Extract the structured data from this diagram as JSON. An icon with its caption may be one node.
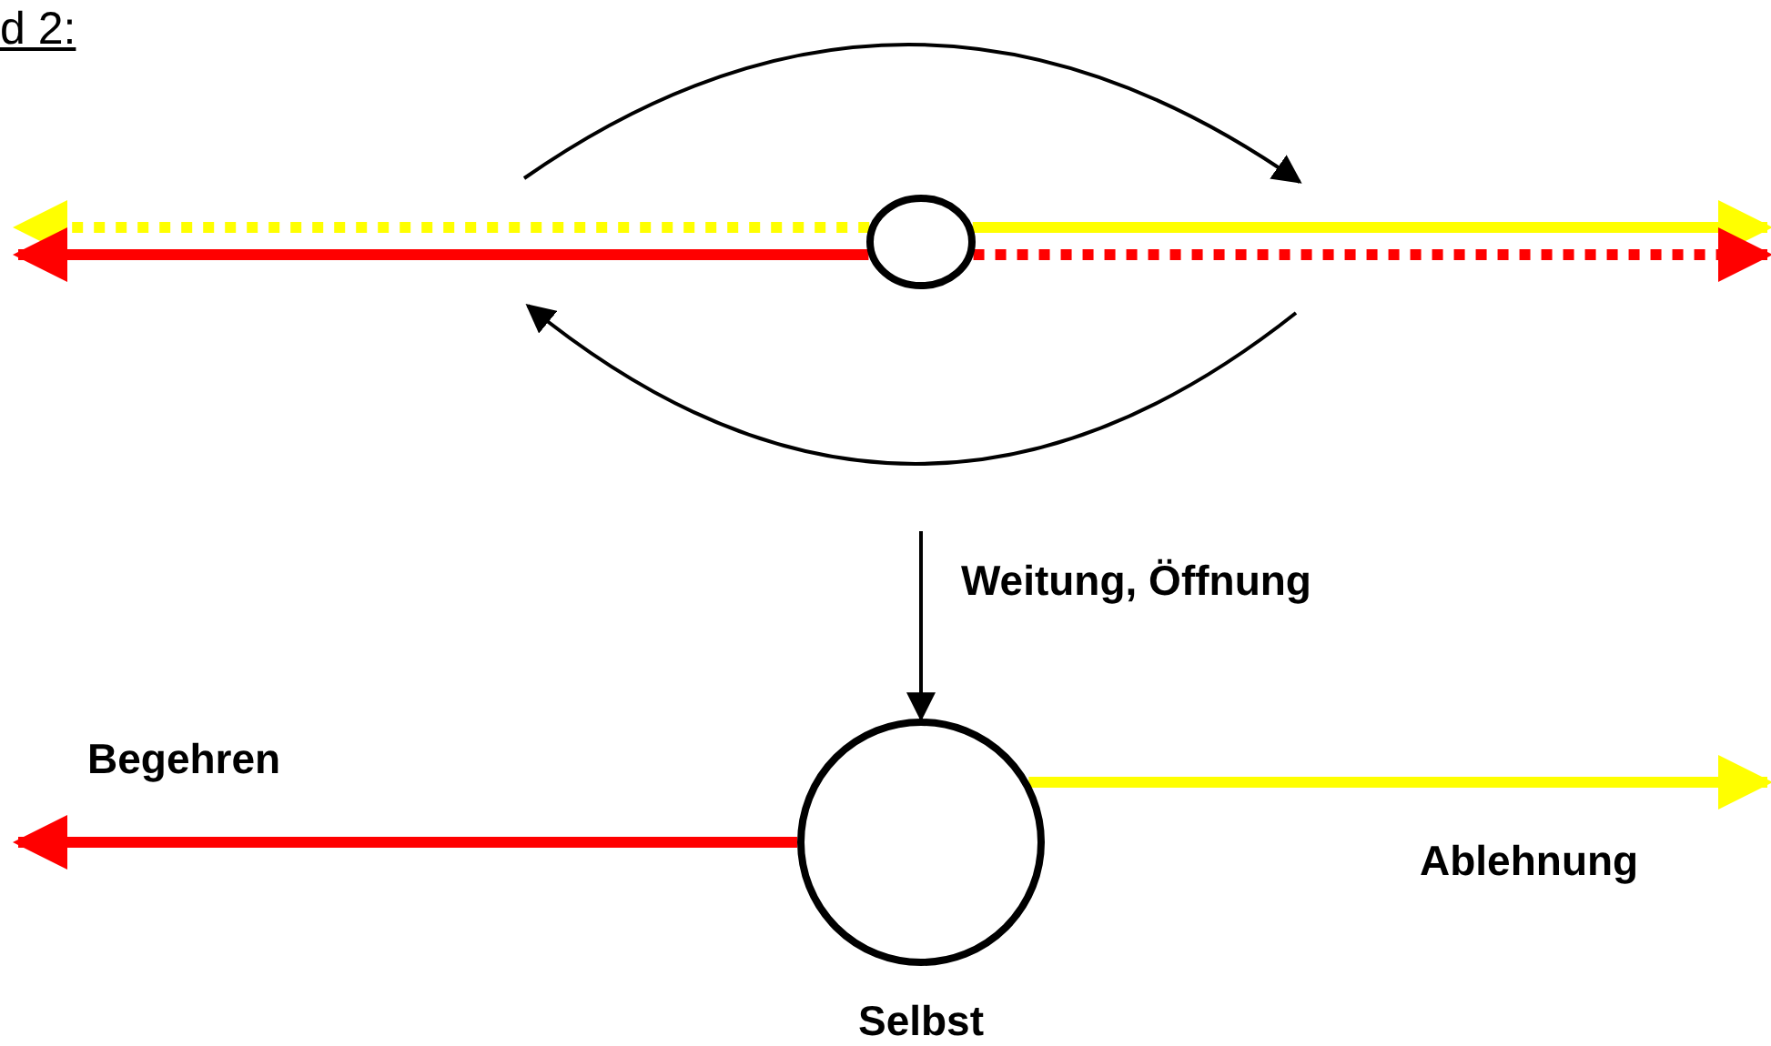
{
  "diagram": {
    "title": "d 2:",
    "nodes": [
      {
        "text": [],
        "shape": "circle"
      },
      {
        "text": [
          "Selbst"
        ]
      }
    ],
    "edges": [
      {
        "from": 0,
        "to": null,
        "arrow": "to",
        "style": "dashed",
        "color": "#ffff00"
      },
      {
        "from": 0,
        "to": null,
        "arrow": "to",
        "color": "#ff0000"
      },
      {
        "from": 0,
        "to": null,
        "arrow": "to",
        "color": "#ffff00"
      },
      {
        "from": 0,
        "to": null,
        "arrow": "to",
        "style": "dashed",
        "color": "#ff0000"
      },
      {
        "from": null,
        "to": 1,
        "arrow": "to",
        "color": "#000000",
        "label": "Weitung, Öffnung"
      },
      {
        "from": 1,
        "to": null,
        "arrow": "to",
        "color": "#ff0000",
        "label": "Begehren"
      },
      {
        "from": 1,
        "to": null,
        "arrow": "to",
        "color": "#ffff00",
        "label": "Ablehnung"
      }
    ]
  }
}
